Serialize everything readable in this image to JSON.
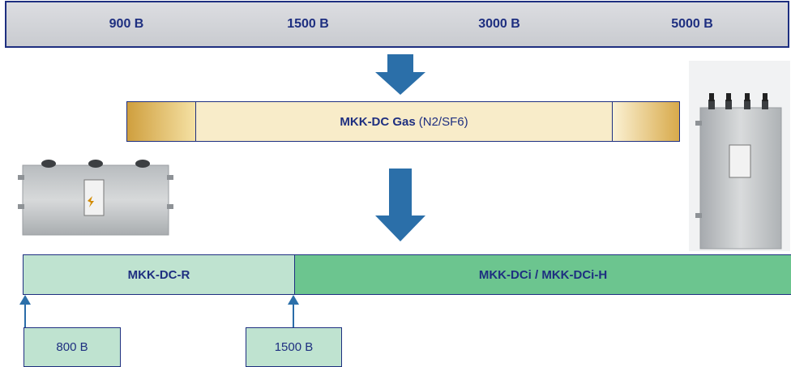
{
  "scale": {
    "ticks": [
      "900 В",
      "1500 В",
      "3000 В",
      "5000 В"
    ]
  },
  "gas_bar": {
    "name": "MKK-DC Gas",
    "suffix": "(N2/SF6)"
  },
  "lower_bars": {
    "left_label": "MKK-DC-R",
    "right_label": "MKK-DCi / MKK-DCi-H"
  },
  "markers": {
    "left": "800 В",
    "right": "1500 В"
  },
  "colors": {
    "scale_bg": "#d3d4d8",
    "border": "#1e2f80",
    "arrow": "#2b6fa9",
    "gas_fill": "#f8ecc9",
    "gas_gradient": "#cf9f3e",
    "r_bar": "#bfe3d0",
    "i_bar": "#6cc58f"
  }
}
